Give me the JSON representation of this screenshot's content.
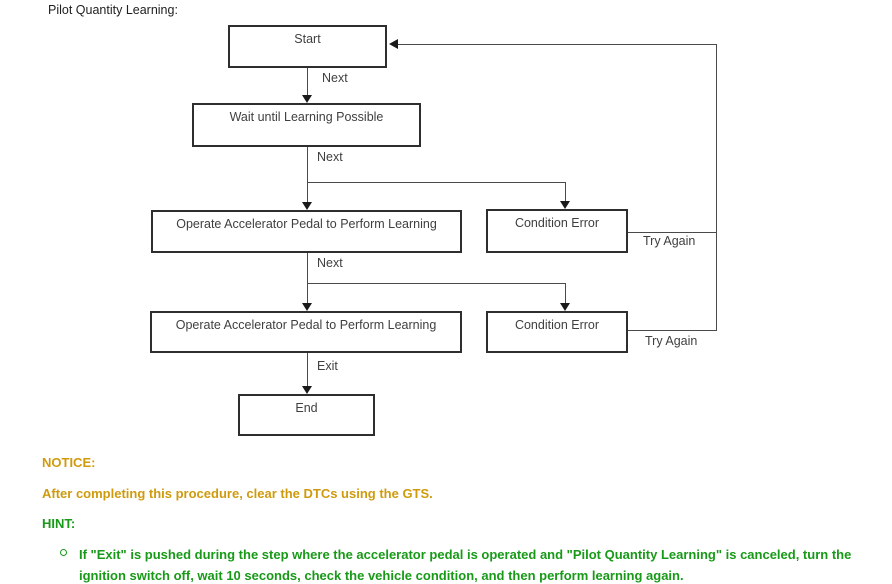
{
  "page": {
    "title": "Pilot Quantity Learning:"
  },
  "flowchart": {
    "nodes": {
      "start": "Start",
      "wait": "Wait until Learning Possible",
      "operate1": "Operate Accelerator Pedal to Perform Learning",
      "condition_error1": "Condition Error",
      "operate2": "Operate Accelerator Pedal to Perform Learning",
      "condition_error2": "Condition Error",
      "end": "End"
    },
    "labels": {
      "next1": "Next",
      "next2": "Next",
      "next3": "Next",
      "exit": "Exit",
      "try_again1": "Try Again",
      "try_again2": "Try Again"
    }
  },
  "notice": {
    "heading": "NOTICE:",
    "body": "After completing this procedure, clear the DTCs using the GTS."
  },
  "hint": {
    "heading": "HINT:",
    "items": [
      "If \"Exit\" is pushed during the step where the accelerator pedal is operated and \"Pilot Quantity Learning\" is canceled, turn the ignition switch off, wait 10 seconds, check the vehicle condition, and then perform learning again."
    ]
  },
  "colors": {
    "notice_text": "#cf9b0d",
    "hint_text": "#189a18",
    "box_border": "#2e2e2e",
    "connector_line": "#4a4a4a",
    "node_text": "#3f3f3f"
  }
}
